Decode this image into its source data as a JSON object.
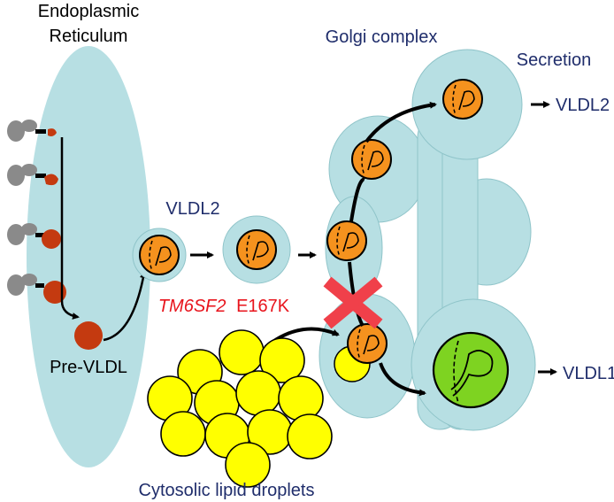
{
  "labels": {
    "er_line1": "Endoplasmic",
    "er_line2": "Reticulum",
    "golgi": "Golgi complex",
    "secretion": "Secretion",
    "vldl2_mid": "VLDL2",
    "vldl2_out": "VLDL2",
    "vldl1_out": "VLDL1",
    "pre_vldl": "Pre-VLDL",
    "gene": "TM6SF2",
    "mutation": "E167K",
    "droplets": "Cytosolic lipid droplets"
  },
  "colors": {
    "organelle": "#b7dfe3",
    "particle": "#f5921e",
    "vldl1": "#7ed321",
    "lipid": "#ffff00",
    "pre_vldl": "#c43a10",
    "ribosome": "#8a8a8a",
    "label_blue": "#1f2d6b",
    "label_red": "#e8141c",
    "block": "#f0404a"
  },
  "icons": {
    "block_mark": "x-block-icon",
    "ribosome": "ribosome-icon",
    "particle": "lipoprotein-particle-icon"
  }
}
